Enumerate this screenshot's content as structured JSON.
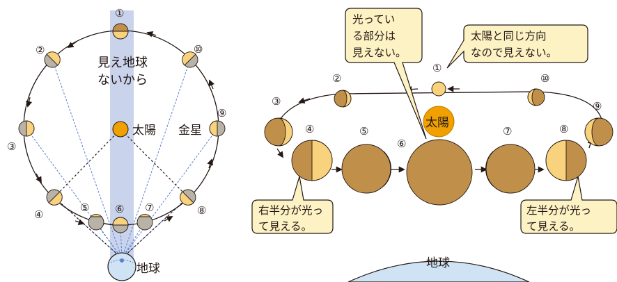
{
  "colors": {
    "orbit": "#231815",
    "sun": "#f0a000",
    "venus_lit": "#f9d27d",
    "venus_dark_small": "#b8b3a6",
    "venus_dark_large": "#c0904a",
    "sightline": "#5b7fcf",
    "band": "#c9d3ec",
    "callout_bg": "#fdf2c4",
    "earth": "#cfe3f5"
  },
  "left": {
    "position_numbers": [
      "①",
      "②",
      "③",
      "④",
      "⑤",
      "⑥",
      "⑦",
      "⑧",
      "⑨",
      "⑩"
    ],
    "band_text": [
      "地球",
      "から",
      "見え",
      "ない"
    ],
    "sun_label": "太陽",
    "venus_label": "金星",
    "earth_label": "地球"
  },
  "right": {
    "position_numbers": [
      "①",
      "②",
      "③",
      "④",
      "⑤",
      "⑥",
      "⑦",
      "⑧",
      "⑨",
      "⑩"
    ],
    "sun_label": "太陽",
    "earth_label": "地球",
    "callouts": {
      "hidden": [
        "光ってい",
        "る部分は",
        "見えない。"
      ],
      "same_dir": [
        "太陽と同じ方向",
        "なので見えない。"
      ],
      "right_half": [
        "右半分が光っ",
        "て見える。"
      ],
      "left_half": [
        "左半分が光っ",
        "て見える。"
      ]
    }
  }
}
